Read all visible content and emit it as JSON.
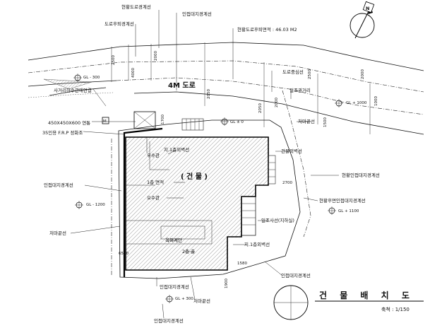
{
  "labels": {
    "adj_road_boundary": "현황도로경계선",
    "adj_land_boundary_top": "인접대지경계선",
    "road_setback_line": "도로후퇴경계선",
    "setback_area": "현황도로후퇴면적 : 46.03 M2",
    "road_name": "4M 도로",
    "road_center_line": "도로중심선",
    "road_width_dist": "일조권거리",
    "sewer_connection": "사거리하수관에연결",
    "water_meter": "450X450X600 연통",
    "frp_tank": "35인용 F.R.P 정화조",
    "building": "( 건 물 )",
    "building_line": "건물외벽선",
    "adj_land_boundary_left": "인접대지경계선",
    "adj_land_boundary_right1": "현황인접대지경계선",
    "adj_land_boundary_right2": "현황후면인접대지경계선",
    "eaves_line_top": "처마끝선",
    "eaves_line_left": "처마끝선",
    "eaves_line_bottom": "처마끝선",
    "adj_land_boundary_bottom": "인접대지경계선",
    "adj_land_boundary_bottom2": "인접대지경계선",
    "setback_a": "지.1층외벽선",
    "setback_b": "지.1층외벽선",
    "drain_a": "우수관",
    "drain_b": "오수관",
    "interior_a": "1층 면적",
    "interior_b": "2층 출",
    "interior_c": "옥외계단",
    "interior_d": "일조사선(지하실)"
  },
  "levels": {
    "gl_top_left": "GL - 300",
    "gl_top_right": "GL + 1000",
    "gl_center": "GL ± 0",
    "gl_left": "GL - 1200",
    "gl_right": "GL + 1100",
    "gl_bottom": "GL + 300"
  },
  "dimensions": {
    "d1": "2500",
    "d2": "4000",
    "d3": "2000",
    "d4": "2500",
    "d5": "2000",
    "d6": "2050",
    "d7": "2050",
    "d8": "1700",
    "d9": "1500",
    "d10": "2000",
    "d11": "1000",
    "d12": "2700",
    "d13": "6500",
    "d14": "1580",
    "d15": "1900"
  },
  "legend": {
    "title": "건 물 배 치 도",
    "scale": "축척 : 1/150",
    "north_symbol": "N"
  }
}
